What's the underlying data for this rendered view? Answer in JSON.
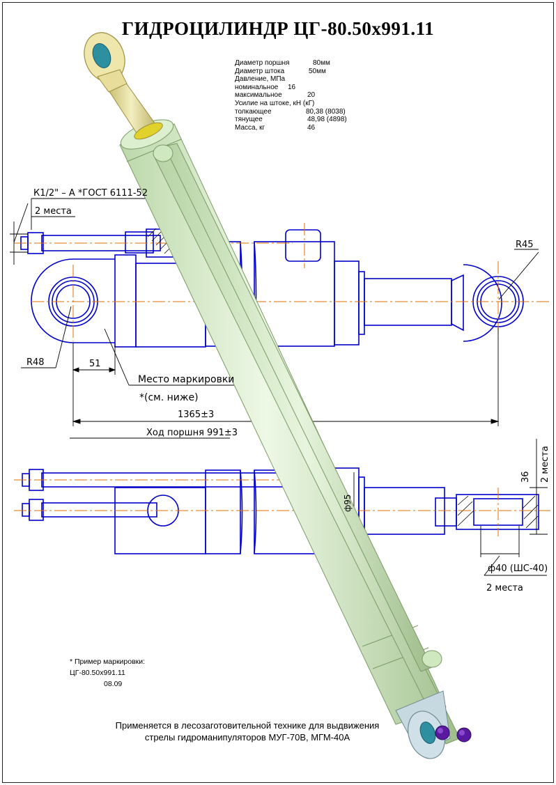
{
  "title": "ГИДРОЦИЛИНДР ЦГ-80.50х991.11",
  "specs": [
    {
      "label": "Диаметр поршня",
      "value": "80мм"
    },
    {
      "label": "Диаметр штока",
      "value": "50мм"
    },
    {
      "label": "Давление, МПа",
      "value": ""
    },
    {
      "label": "номинальное",
      "value": "16"
    },
    {
      "label": "максимальное",
      "value": "20"
    },
    {
      "label": "Усилие на штоке, кН (кГ)",
      "value": ""
    },
    {
      "label": "толкающее",
      "value": "80,38 (8038)"
    },
    {
      "label": "тянущее",
      "value": "48,98 (4898)"
    },
    {
      "label": "Масса, кг",
      "value": "46"
    }
  ],
  "dimensions": {
    "thread": "К1/2\" – А *ГОСТ 6111-52",
    "places_top": "2 места",
    "r45": "R45",
    "r48": "R48",
    "d51": "51",
    "marking_place": "Место маркировки",
    "see_below": "*(см. ниже)",
    "length": "1365±3",
    "stroke": "Ход поршня 991±3",
    "d95": "ф95",
    "d36": "36",
    "places_right": "2 места",
    "bearing": "ф40 (ШС-40)",
    "places_bottom": "2 места"
  },
  "marking_example": {
    "heading": "*  Пример маркировки:",
    "line1": "ЦГ-80.50х991.11",
    "line2": "08.09"
  },
  "footer": {
    "line1": "Применяется в лесозаготовительной технике для выдвижения",
    "line2": "стрелы гидроманипуляторов  МУГ-70В, МГМ-40А"
  },
  "colors": {
    "outline": "#0000cc",
    "centerline": "#e07000",
    "cylinder_body": "#d6ecc8",
    "rod_eye": "#e8e0a0",
    "bolt": "#5a1aa0"
  }
}
